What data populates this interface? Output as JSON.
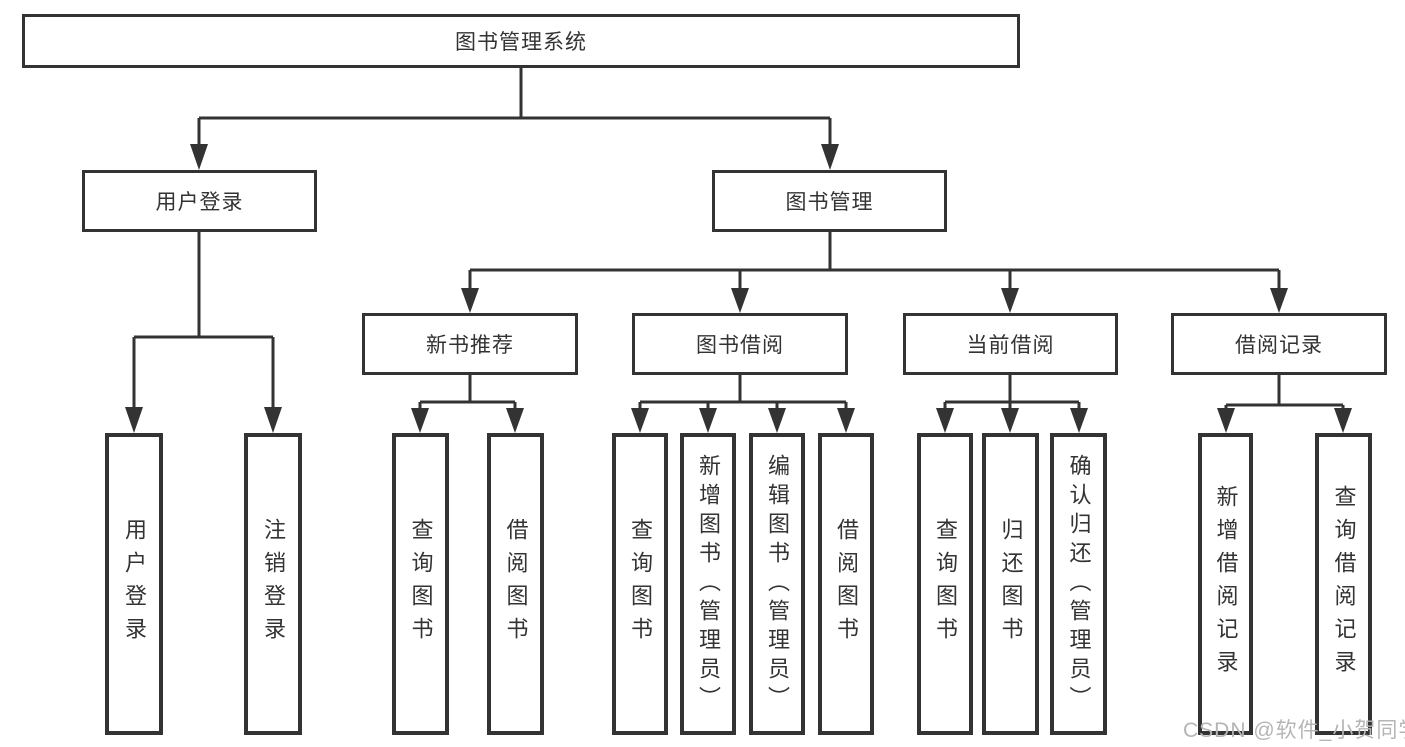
{
  "diagram": {
    "root": "图书管理系统",
    "level2": {
      "user_login": "用户登录",
      "book_mgmt": "图书管理"
    },
    "level3": {
      "new_books": "新书推荐",
      "book_borrow": "图书借阅",
      "current_borrow": "当前借阅",
      "borrow_records": "借阅记录"
    },
    "leaves": {
      "user_login": [
        "用户登录",
        "注销登录"
      ],
      "new_books": [
        "查询图书",
        "借阅图书"
      ],
      "book_borrow": [
        "查询图书",
        "新增图书（管理员）",
        "编辑图书（管理员）",
        "借阅图书"
      ],
      "current_borrow": [
        "查询图书",
        "归还图书",
        "确认归还（管理员）"
      ],
      "borrow_records": [
        "新增借阅记录",
        "查询借阅记录"
      ]
    }
  },
  "watermark": "CSDN @软件_小贺同学",
  "colors": {
    "line": "#333333",
    "text": "#333333",
    "watermark": "#b5b5b5",
    "background": "#ffffff"
  }
}
